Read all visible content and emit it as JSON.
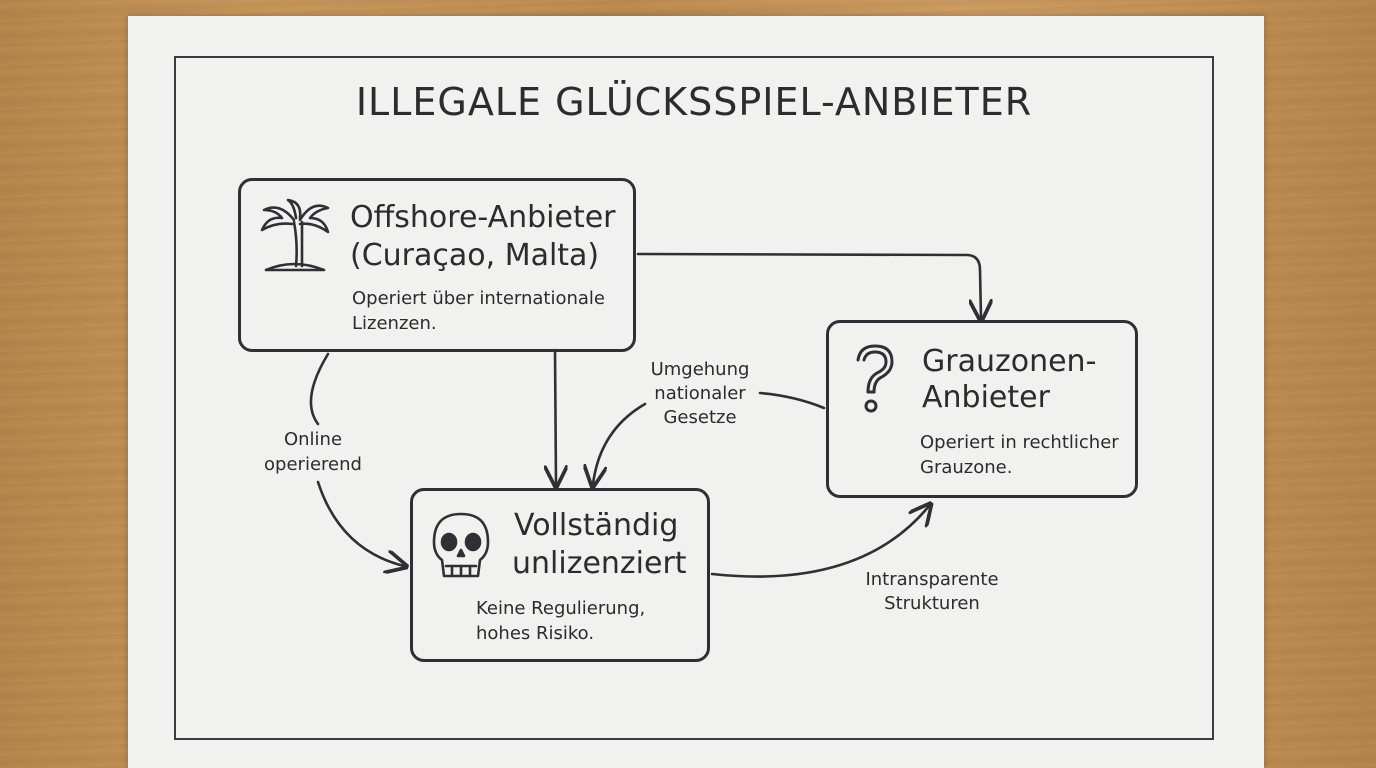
{
  "title": "ILLEGALE GLÜCKSSPIEL-ANBIETER",
  "nodes": {
    "offshore": {
      "title_line1": "Offshore-Anbieter",
      "title_line2": "(Curaçao, Malta)",
      "desc_line1": "Operiert über internationale",
      "desc_line2": "Lizenzen.",
      "icon": "palm-tree-icon"
    },
    "grauzone": {
      "title_line1": "Grauzonen-",
      "title_line2": "Anbieter",
      "desc_line1": "Operiert in rechtlicher",
      "desc_line2": "Grauzone.",
      "icon": "question-mark-icon"
    },
    "unlizenziert": {
      "title_line1": "Vollständig",
      "title_line2": "unlizenziert",
      "desc_line1": "Keine Regulierung,",
      "desc_line2": "hohes Risiko.",
      "icon": "skull-icon"
    }
  },
  "edges": {
    "online": {
      "line1": "Online",
      "line2": "operierend"
    },
    "umgehung": {
      "line1": "Umgehung",
      "line2": "nationaler",
      "line3": "Gesetze"
    },
    "intransparent": {
      "line1": "Intransparente",
      "line2": "Strukturen"
    }
  },
  "colors": {
    "ink": "#2f2f35",
    "paper": "#f1f1f0",
    "wood": "#c4935a"
  }
}
